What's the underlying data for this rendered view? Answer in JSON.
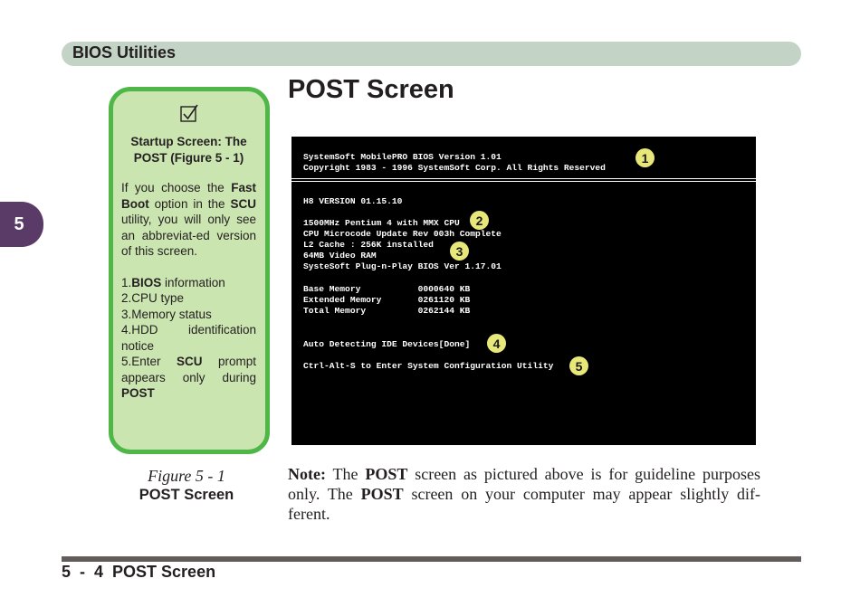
{
  "header": {
    "title": "BIOS Utilities"
  },
  "chapter_tab": "5",
  "sidebar": {
    "icon": "checkbox-checked-icon",
    "heading_line1": "Startup Screen: The",
    "heading_line2": "POST (Figure 5 - 1)",
    "intro_1": "If you choose the ",
    "intro_bold_1": "Fast Boot",
    "intro_2": " option in the ",
    "intro_bold_2": "SCU",
    "intro_3": " utility, you will only see an abbreviat-ed version of this screen.",
    "item1_prefix": "1.",
    "item1_bold": "BIOS",
    "item1_rest": " information",
    "item2": "2.CPU type",
    "item3": "3.Memory status",
    "item4": "4.HDD identification notice",
    "item5_prefix": "5.Enter ",
    "item5_bold": "SCU",
    "item5_rest": " prompt appears only during ",
    "item5_bold2": "POST"
  },
  "figure": {
    "number": "Figure 5 - 1",
    "title": "POST Screen"
  },
  "page_title": "POST Screen",
  "post_screen": {
    "lines": [
      "SystemSoft MobilePRO BIOS Version 1.01",
      "Copyright 1983 - 1996 SystemSoft Corp. All Rights Reserved",
      "H8 VERSION 01.15.10",
      "1500MHz Pentium 4 with MMX CPU",
      "CPU Microcode Update Rev 003h Complete",
      "L2 Cache : 256K installed",
      "64MB Video RAM",
      "SysteSoft Plug-n-Play BIOS Ver 1.17.01",
      "Base Memory           0000640 KB",
      "Extended Memory       0261120 KB",
      "Total Memory          0262144 KB",
      "Auto Detecting IDE Devices[Done]",
      "Ctrl-Alt-S to Enter System Configuration Utility"
    ],
    "callouts": [
      "1",
      "2",
      "3",
      "4",
      "5"
    ],
    "callout_color": "#e8e87a"
  },
  "note": {
    "label": "Note:",
    "t1": " The ",
    "b1": "POST",
    "t2": " screen as pictured above is for guideline purposes only. The ",
    "b2": "POST",
    "t3": " screen on your computer may appear slightly dif-ferent."
  },
  "footer": {
    "text": "5  -  4  POST Screen"
  },
  "colors": {
    "header_bar": "#c3d3c6",
    "chapter_tab": "#5a3a66",
    "sidebar_fill": "#cbe5b1",
    "sidebar_border": "#4fb648",
    "footer_bar": "#625d5b"
  }
}
